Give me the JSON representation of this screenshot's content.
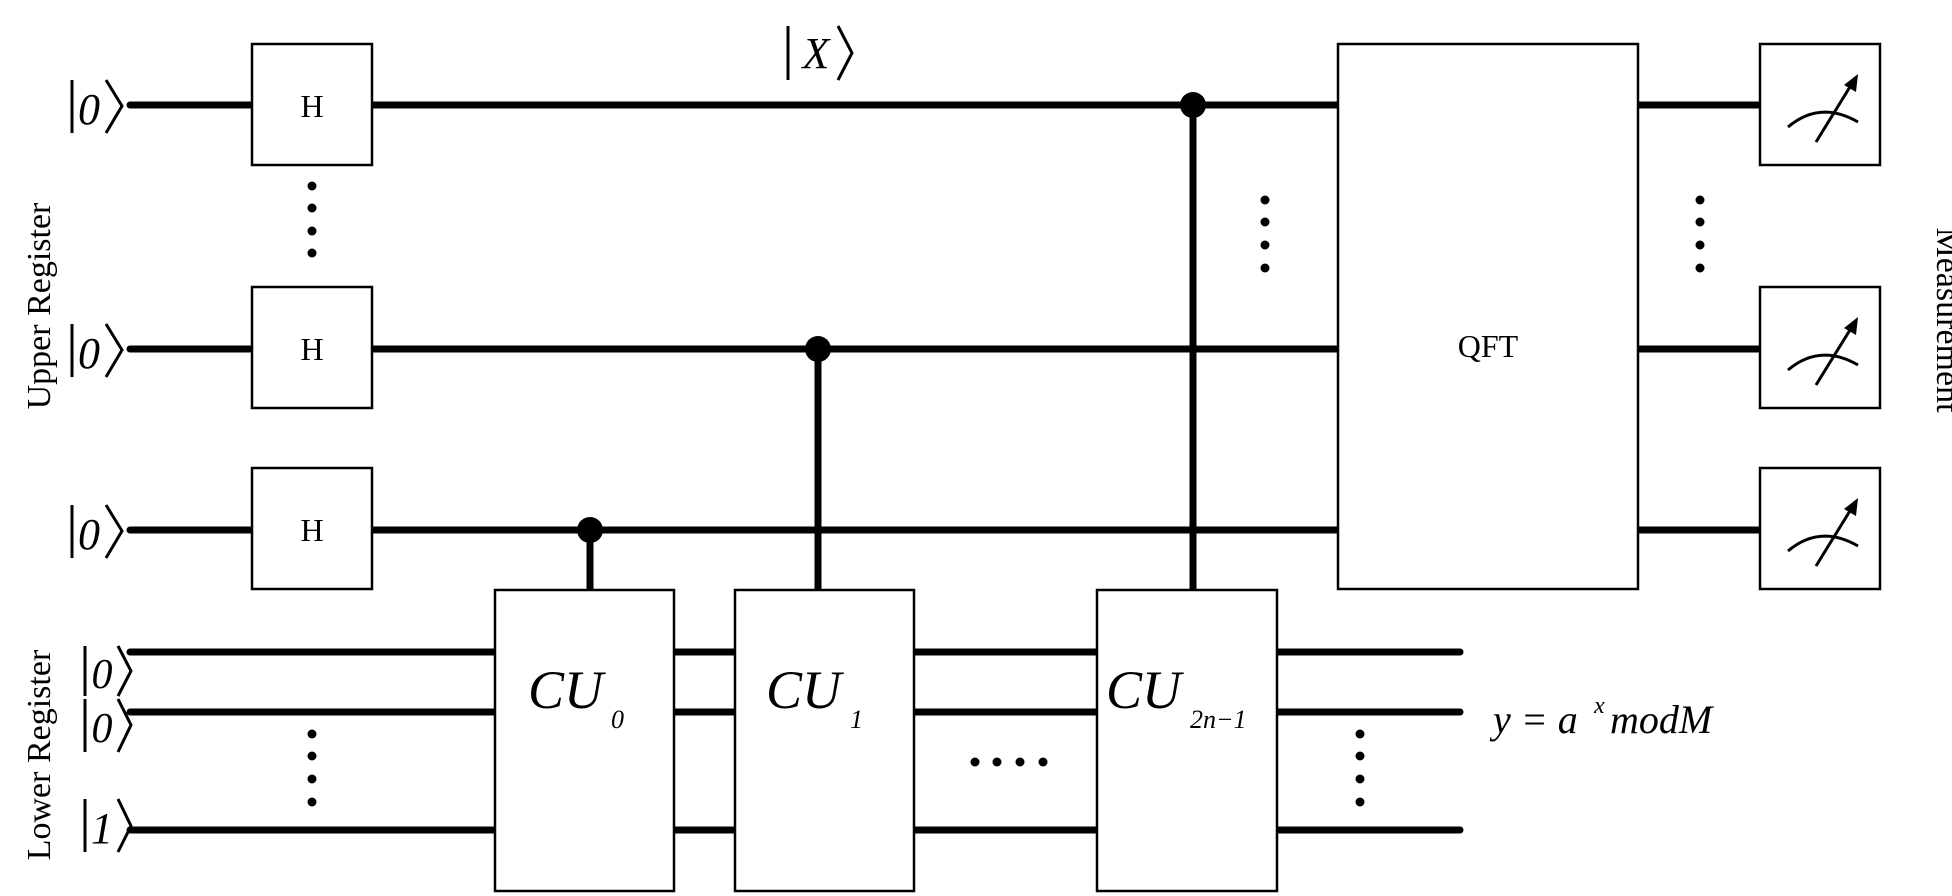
{
  "upper_register": {
    "label": "Upper Register",
    "input_states": [
      "0",
      "0",
      "0"
    ],
    "hadamard_gates": [
      "H",
      "H",
      "H"
    ],
    "state_label": "X"
  },
  "lower_register": {
    "label": "Lower Register",
    "input_states": [
      "0",
      "0",
      "1"
    ]
  },
  "controlled_gates": [
    {
      "base": "CU",
      "subscript": "0"
    },
    {
      "base": "CU",
      "subscript": "1"
    },
    {
      "base": "CU",
      "subscript": "2n−1"
    }
  ],
  "qft": {
    "label": "QFT"
  },
  "measurement": {
    "label": "Measurement"
  },
  "output_formula": {
    "lhs": "y = a",
    "exponent": "x",
    "rhs": "modM"
  }
}
